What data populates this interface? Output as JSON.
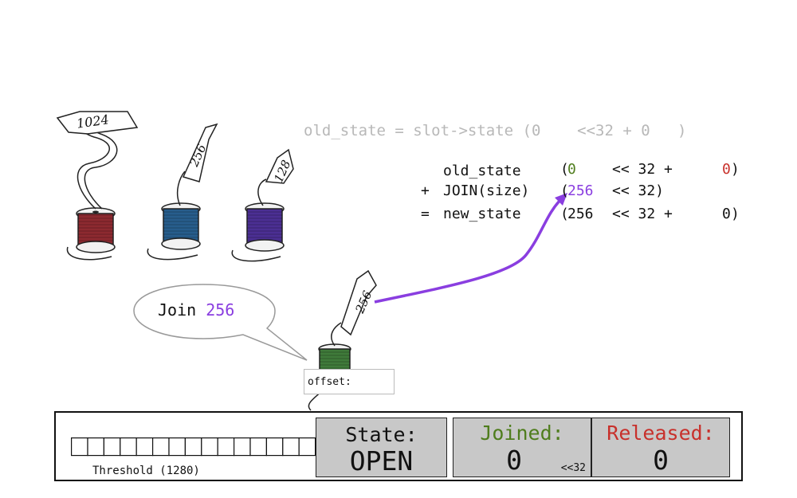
{
  "spools": [
    {
      "label": "1024",
      "thread_color": "#8d2a30"
    },
    {
      "label": "256",
      "thread_color": "#275d8c"
    },
    {
      "label": "128",
      "thread_color": "#4b2f93"
    },
    {
      "label": "256",
      "thread_color": "#3f7a3a"
    }
  ],
  "state_line": {
    "text": "old_state = slot->state (0    <<32 + 0   )"
  },
  "equation": {
    "rows": [
      {
        "op": "",
        "label": "old_state",
        "paren": "(",
        "hi": "0",
        "shift": "<< 32 +",
        "lo": "0",
        "close": ")"
      },
      {
        "op": "+",
        "label": "JOIN(size)",
        "paren": "(",
        "hi": "256",
        "shift": "<< 32)",
        "lo": "",
        "close": ""
      },
      {
        "op": "=",
        "label": "new_state",
        "paren": "(",
        "hi": "256",
        "shift": "<< 32 +",
        "lo": "0",
        "close": ")"
      }
    ]
  },
  "bubble": {
    "word": "Join",
    "value": "256"
  },
  "offset_box": {
    "label": "offset:"
  },
  "panel": {
    "threshold_label": "Threshold (1280)",
    "state_title": "State:",
    "state_value": "OPEN",
    "joined_title": "Joined:",
    "joined_value": "0",
    "joined_shift": "<<32",
    "released_title": "Released:",
    "released_value": "0"
  },
  "colors": {
    "joined": "#4f7d1d",
    "released": "#c8302b",
    "highlight": "#8a3ee0",
    "panel_cell": "#c8c8c8",
    "faded_text": "#b8b8b8"
  }
}
